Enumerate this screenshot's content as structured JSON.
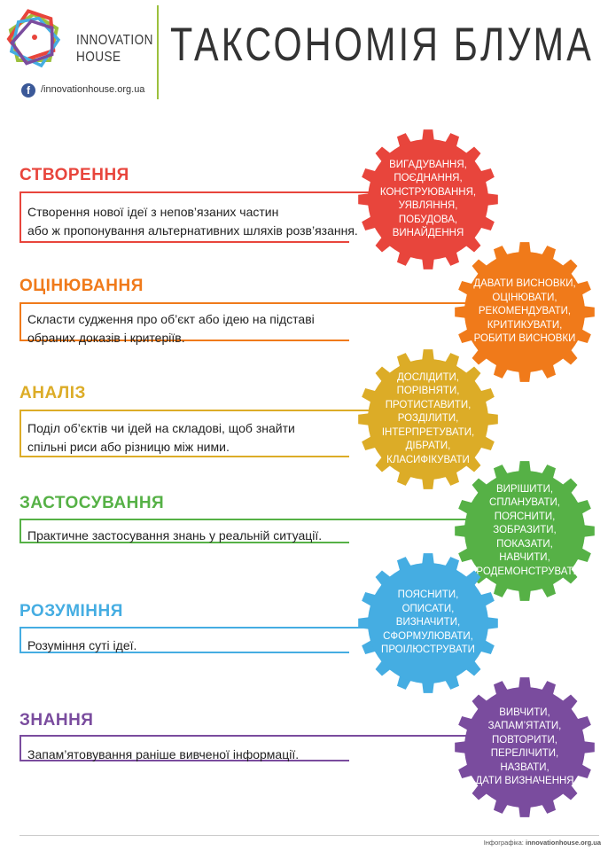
{
  "header": {
    "logo_line1": "INNOVATION",
    "logo_line2": "HOUSE",
    "facebook_handle": "/innovationhouse.org.ua",
    "title": "ТАКСОНОМІЯ БЛУМА"
  },
  "levels": [
    {
      "title": "СТВОРЕННЯ",
      "color": "#e8453c",
      "description": [
        "Створення нової ідеї з непов’язаних частин",
        "або ж пропонування альтернативних шляхів розв’язання."
      ],
      "verbs": [
        "ВИГАДУВАННЯ,",
        "ПОЄДНАННЯ,",
        "КОНСТРУЮВАННЯ,",
        "УЯВЛЯННЯ,",
        "ПОБУДОВА,",
        "ВИНАЙДЕННЯ"
      ]
    },
    {
      "title": "ОЦІНЮВАННЯ",
      "color": "#f07a1a",
      "description": [
        "Скласти судження про об’єкт або ідею на підставі",
        "обраних доказів і критеріїв."
      ],
      "verbs": [
        "ДАВАТИ ВИСНОВКИ,",
        "ОЦІНЮВАТИ,",
        "РЕКОМЕНДУВАТИ,",
        "КРИТИКУВАТИ,",
        "РОБИТИ ВИСНОВКИ"
      ]
    },
    {
      "title": "АНАЛІЗ",
      "color": "#dcac27",
      "description": [
        "Поділ об’єктів чи ідей на складові, щоб знайти",
        "спільні риси або різницю між ними."
      ],
      "verbs": [
        "ДОСЛІДИТИ,",
        "ПОРІВНЯТИ,",
        "ПРОТИСТАВИТИ,",
        "РОЗДІЛИТИ,",
        "ІНТЕРПРЕТУВАТИ,",
        "ДІБРАТИ,",
        "КЛАСИФІКУВАТИ"
      ]
    },
    {
      "title": "ЗАСТОСУВАННЯ",
      "color": "#56b146",
      "description": [
        "Практичне застосування знань у реальній ситуації."
      ],
      "verbs": [
        "ВИРІШИТИ,",
        "СПЛАНУВАТИ,",
        "ПОЯСНИТИ,",
        "ЗОБРАЗИТИ,",
        "ПОКАЗАТИ,",
        "НАВЧИТИ,",
        "ПРОДЕМОНСТРУВАТИ"
      ]
    },
    {
      "title": "РОЗУМІННЯ",
      "color": "#45ade2",
      "description": [
        "Розуміння суті ідеї."
      ],
      "verbs": [
        "ПОЯСНИТИ,",
        "ОПИСАТИ,",
        "ВИЗНАЧИТИ,",
        "СФОРМУЛЮВАТИ,",
        "ПРОІЛЮСТРУВАТИ"
      ]
    },
    {
      "title": "ЗНАННЯ",
      "color": "#7a4c9e",
      "description": [
        "Запам’ятовування раніше вивченої інформації."
      ],
      "verbs": [
        "ВИВЧИТИ,",
        "ЗАПАМ’ЯТАТИ,",
        "ПОВТОРИТИ,",
        "ПЕРЕЛІЧИТИ,",
        "НАЗВАТИ,",
        "ДАТИ ВИЗНАЧЕННЯ"
      ]
    }
  ],
  "footer": {
    "label": "Інфографіка:",
    "site": "innovationhouse.org.ua"
  }
}
